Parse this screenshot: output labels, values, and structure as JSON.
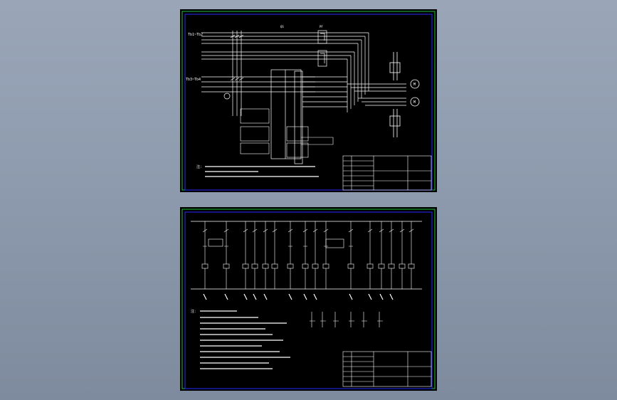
{
  "viewport": {
    "background_color": "#8e9bae"
  },
  "colors": {
    "sheet_bg": "#000000",
    "outer_border": "#1fbf3a",
    "inner_border": "#2a2aff",
    "wire": "#ffffff",
    "title_block": "#ffffff"
  },
  "sheets": [
    {
      "id": "sheet-1",
      "content": "main-circuit-schematic",
      "labels": {
        "feeder_top": "Tb1~Tb2",
        "feeder_bottom": "Tb3~Tb4",
        "qs1": "QS",
        "pf": "PF",
        "m1": "M",
        "m2": "M",
        "notes_header": "注："
      }
    },
    {
      "id": "sheet-2",
      "content": "control-circuit-ladder-diagram",
      "labels": {
        "notes_header": "注："
      }
    }
  ]
}
